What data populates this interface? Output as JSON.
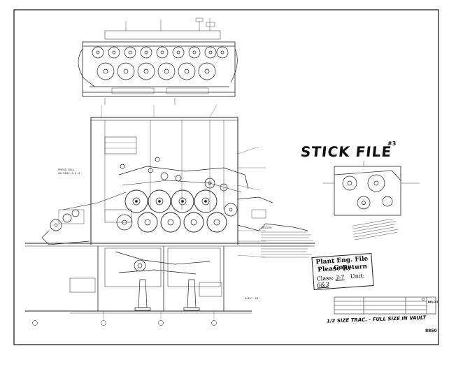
{
  "drawing": {
    "stamp_title": "STICK FILE",
    "stamp_number": "#3",
    "file_stamp": {
      "line1": "Plant Eng. File Copy",
      "line2": "Please Return",
      "class_label": "Class:",
      "class_value": "3-7",
      "unit_label": "Unit:",
      "unit_value": "6&3"
    },
    "footnote": "1/2 SIZE TRAC. - FULL SIZE IN VAULT",
    "sheet_code": "8850",
    "title_block": {
      "company": "BELOIT"
    }
  },
  "labels": {
    "press_roll": "PRESS ROLL\n38-5637-3-3-4",
    "notes_header": "NOTES:",
    "elevation": "ELEV. 26'"
  }
}
